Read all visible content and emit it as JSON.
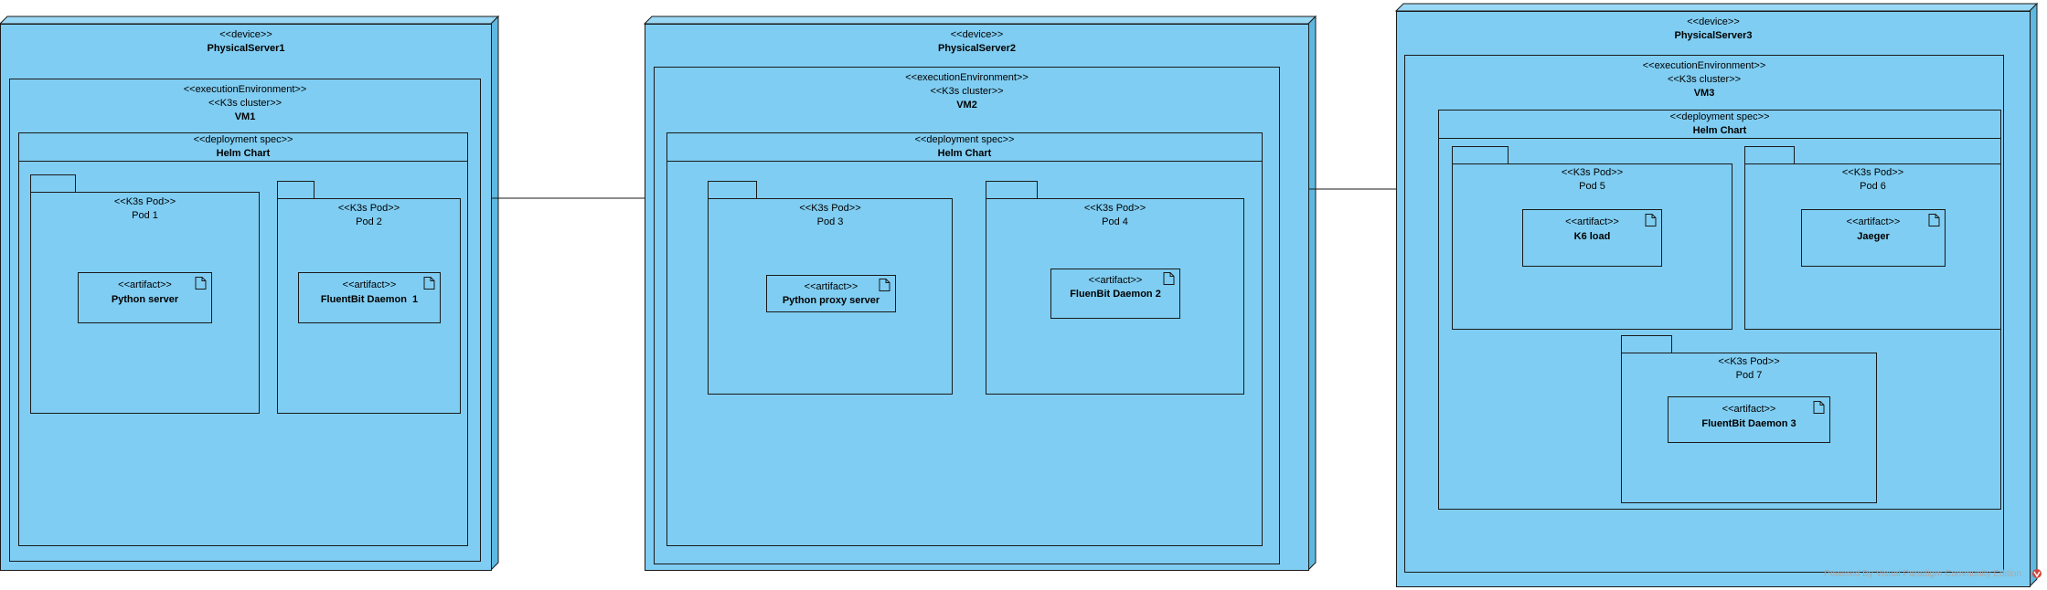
{
  "servers": [
    {
      "stereotype": "<<device>>",
      "name": "PhysicalServer1",
      "vm": {
        "stereotypes": [
          "<<executionEnvironment>>",
          "<<K3s cluster>>"
        ],
        "name": "VM1"
      },
      "chart": {
        "stereotype": "<<deployment spec>>",
        "name": "Helm Chart"
      },
      "pods": [
        {
          "stereotype": "<<K3s Pod>>",
          "name": "Pod 1",
          "artifact": {
            "stereotype": "<<artifact>>",
            "name": "Python server"
          }
        },
        {
          "stereotype": "<<K3s Pod>>",
          "name": "Pod 2",
          "artifact": {
            "stereotype": "<<artifact>>",
            "name": "FluentBit Daemon  1"
          }
        }
      ]
    },
    {
      "stereotype": "<<device>>",
      "name": "PhysicalServer2",
      "vm": {
        "stereotypes": [
          "<<executionEnvironment>>",
          "<<K3s cluster>>"
        ],
        "name": "VM2"
      },
      "chart": {
        "stereotype": "<<deployment spec>>",
        "name": "Helm Chart"
      },
      "pods": [
        {
          "stereotype": "<<K3s Pod>>",
          "name": "Pod 3",
          "artifact": {
            "stereotype": "<<artifact>>",
            "name": "Python proxy server"
          }
        },
        {
          "stereotype": "<<K3s Pod>>",
          "name": "Pod 4",
          "artifact": {
            "stereotype": "<<artifact>>",
            "name": "FluenBit Daemon 2"
          }
        }
      ]
    },
    {
      "stereotype": "<<device>>",
      "name": "PhysicalServer3",
      "vm": {
        "stereotypes": [
          "<<executionEnvironment>>",
          "<<K3s cluster>>"
        ],
        "name": "VM3"
      },
      "chart": {
        "stereotype": "<<deployment spec>>",
        "name": "Helm Chart"
      },
      "pods": [
        {
          "stereotype": "<<K3s Pod>>",
          "name": "Pod 5",
          "artifact": {
            "stereotype": "<<artifact>>",
            "name": "K6 load"
          }
        },
        {
          "stereotype": "<<K3s Pod>>",
          "name": "Pod 6",
          "artifact": {
            "stereotype": "<<artifact>>",
            "name": "Jaeger"
          }
        },
        {
          "stereotype": "<<K3s Pod>>",
          "name": "Pod 7",
          "artifact": {
            "stereotype": "<<artifact>>",
            "name": "FluentBit Daemon 3"
          }
        }
      ]
    }
  ],
  "watermark": "Powered By  Visual Paradigm Community Edition",
  "colors": {
    "fill": "#7fcdf2",
    "stroke": "#1a1a1a",
    "side": "#5fb8e0",
    "top": "#9ad9f5"
  }
}
